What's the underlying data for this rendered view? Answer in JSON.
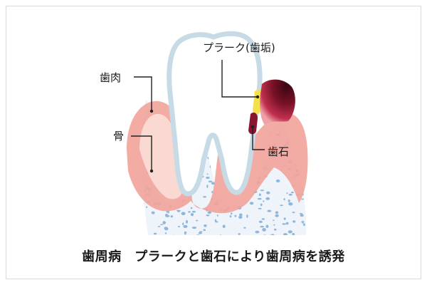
{
  "labels": {
    "gum": "歯肉",
    "bone": "骨",
    "plaque": "プラーク(歯垢)",
    "tartar": "歯石"
  },
  "caption": "歯周病　プラークと歯石により歯周病を誘発",
  "colors": {
    "gum": "#f2a39a",
    "gum_inner": "#fbd9d3",
    "tooth_outline": "#c7dbe7",
    "tooth_fill": "#ffffff",
    "bone_dots": "#8fb6db",
    "plaque": "#f4e04a",
    "tartar_dark": "#6e0f25",
    "tartar_mid": "#b01b3d",
    "leader": "#222222"
  }
}
